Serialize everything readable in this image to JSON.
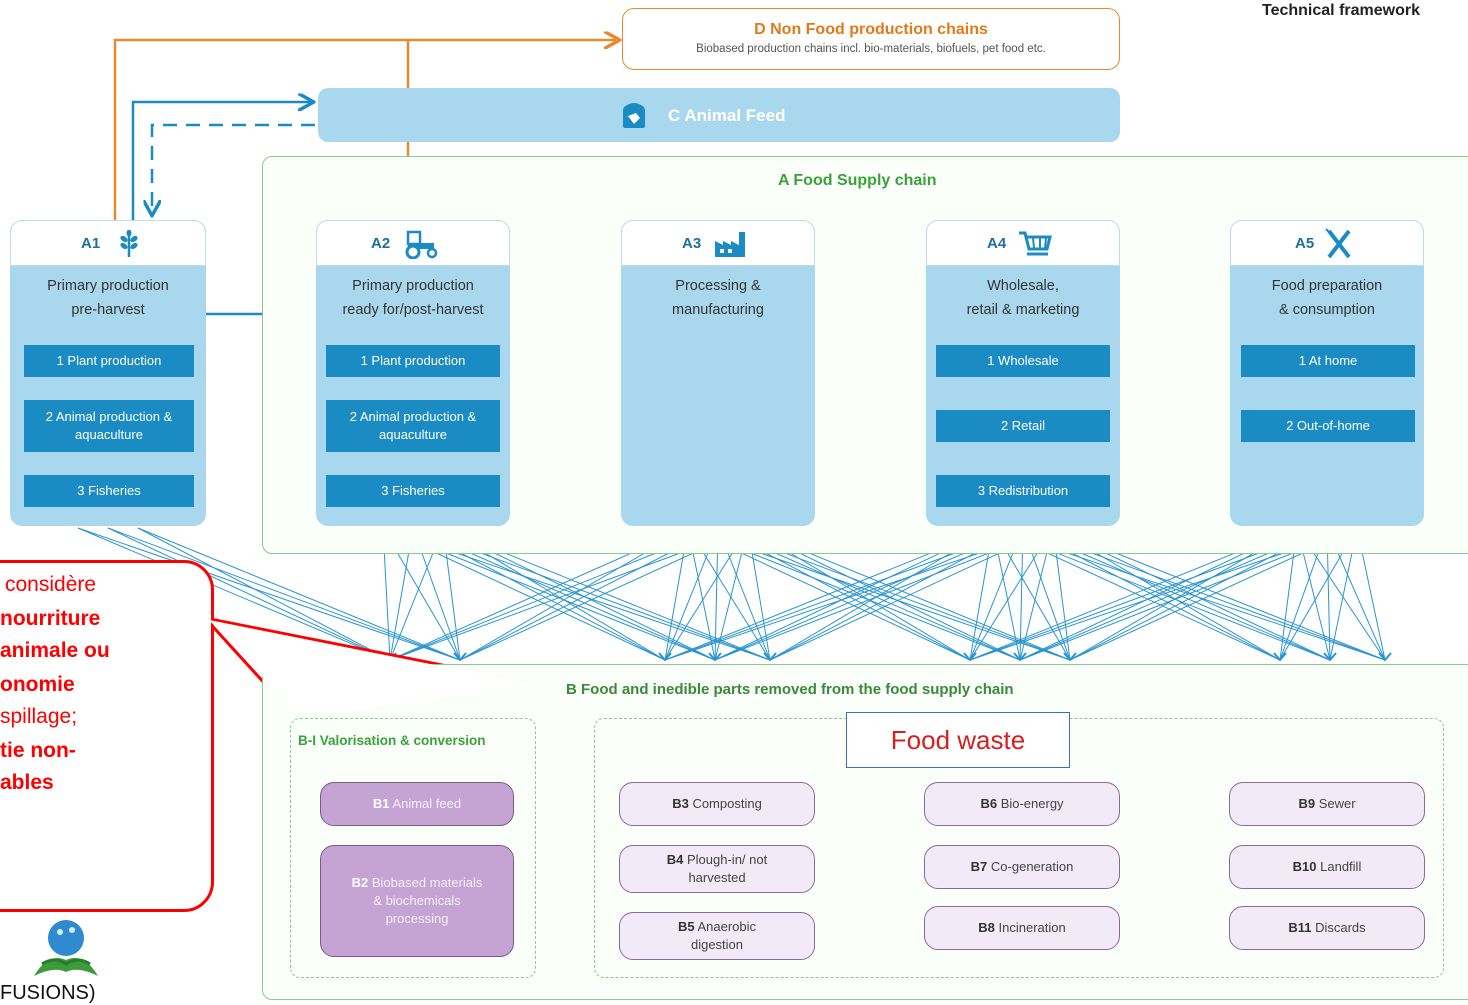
{
  "header": {
    "framework_label": "Technical framework"
  },
  "non_food": {
    "title": "D Non Food production chains",
    "subtitle": "Biobased production chains incl. bio-materials, biofuels, pet food etc."
  },
  "animal_feed": {
    "title": "C Animal Feed"
  },
  "food_supply": {
    "title": "A Food Supply chain",
    "columns": [
      {
        "code": "A1",
        "icon": "wheat-icon",
        "name_1": "Primary production",
        "name_2": "pre-harvest",
        "items": [
          "1 Plant production",
          "2 Animal production & aquaculture",
          "3 Fisheries"
        ]
      },
      {
        "code": "A2",
        "icon": "tractor-icon",
        "name_1": "Primary production",
        "name_2": "ready for/post-harvest",
        "items": [
          "1 Plant production",
          "2 Animal production & aquaculture",
          "3 Fisheries"
        ]
      },
      {
        "code": "A3",
        "icon": "factory-icon",
        "name_1": "Processing &",
        "name_2": "manufacturing",
        "items": []
      },
      {
        "code": "A4",
        "icon": "cart-icon",
        "name_1": "Wholesale,",
        "name_2": "retail & marketing",
        "items": [
          "1 Wholesale",
          "2 Retail",
          "3 Redistribution"
        ]
      },
      {
        "code": "A5",
        "icon": "fork-knife-icon",
        "name_1": "Food preparation",
        "name_2": "& consumption",
        "items": [
          "1 At home",
          "2 Out-of-home"
        ]
      }
    ]
  },
  "removed": {
    "title": "B Food and inedible parts removed from the food supply chain",
    "valorisation_title": "B-I Valorisation & conversion",
    "food_waste_label": "Food waste",
    "items": [
      {
        "code": "B1",
        "label": "Animal feed"
      },
      {
        "code": "B2",
        "label": "Biobased materials & biochemicals processing"
      },
      {
        "code": "B3",
        "label": "Composting"
      },
      {
        "code": "B4",
        "label": "Plough-in/ not harvested"
      },
      {
        "code": "B5",
        "label": "Anaerobic digestion"
      },
      {
        "code": "B6",
        "label": "Bio-energy"
      },
      {
        "code": "B7",
        "label": "Co-generation"
      },
      {
        "code": "B8",
        "label": "Incineration"
      },
      {
        "code": "B9",
        "label": "Sewer"
      },
      {
        "code": "B10",
        "label": "Landfill"
      },
      {
        "code": "B11",
        "label": "Discards"
      }
    ]
  },
  "callout": {
    "line1": "considère",
    "line2": "nourriture",
    "line3": "animale ou",
    "line4": "onomie",
    "line5": "spillage;",
    "line6": "tie non-",
    "line7": "ables"
  },
  "footer": {
    "partial_text": "FUSIONS)"
  },
  "colors": {
    "orange": "#e8892f",
    "blue": "#1b8bc4",
    "light_blue": "#a9d8ee",
    "green": "#8cc98c",
    "red": "#ff0000",
    "purple": "#8a6aa0"
  }
}
